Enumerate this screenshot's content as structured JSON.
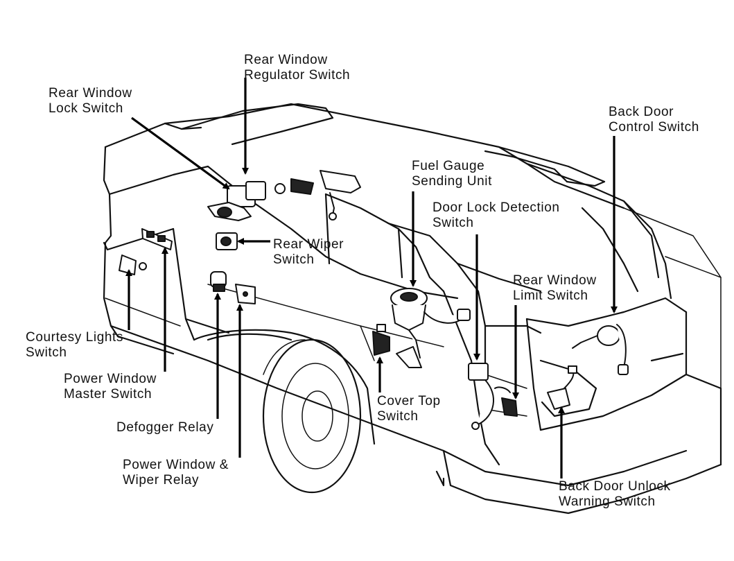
{
  "labels": {
    "rear_window_regulator_switch": [
      "Rear Window",
      "Regulator Switch"
    ],
    "rear_window_lock_switch": [
      "Rear Window",
      "Lock Switch"
    ],
    "back_door_control_switch": [
      "Back Door",
      "Control Switch"
    ],
    "fuel_gauge_sending_unit": [
      "Fuel Gauge",
      "Sending Unit"
    ],
    "door_lock_detection_switch": [
      "Door Lock Detection",
      "Switch"
    ],
    "rear_wiper_switch": [
      "Rear Wiper",
      "Switch"
    ],
    "rear_window_limit_switch": [
      "Rear Window",
      "Limit Switch"
    ],
    "courtesy_lights_switch": [
      "Courtesy Lights",
      "Switch"
    ],
    "power_window_master_switch": [
      "Power Window",
      "Master Switch"
    ],
    "cover_top_switch": [
      "Cover Top",
      "Switch"
    ],
    "defogger_relay": [
      "Defogger Relay"
    ],
    "power_window_wiper_relay": [
      "Power Window &",
      "Wiper Relay"
    ],
    "back_door_unlock_warning_switch": [
      "Back Door Unlock",
      "Warning Switch"
    ]
  }
}
